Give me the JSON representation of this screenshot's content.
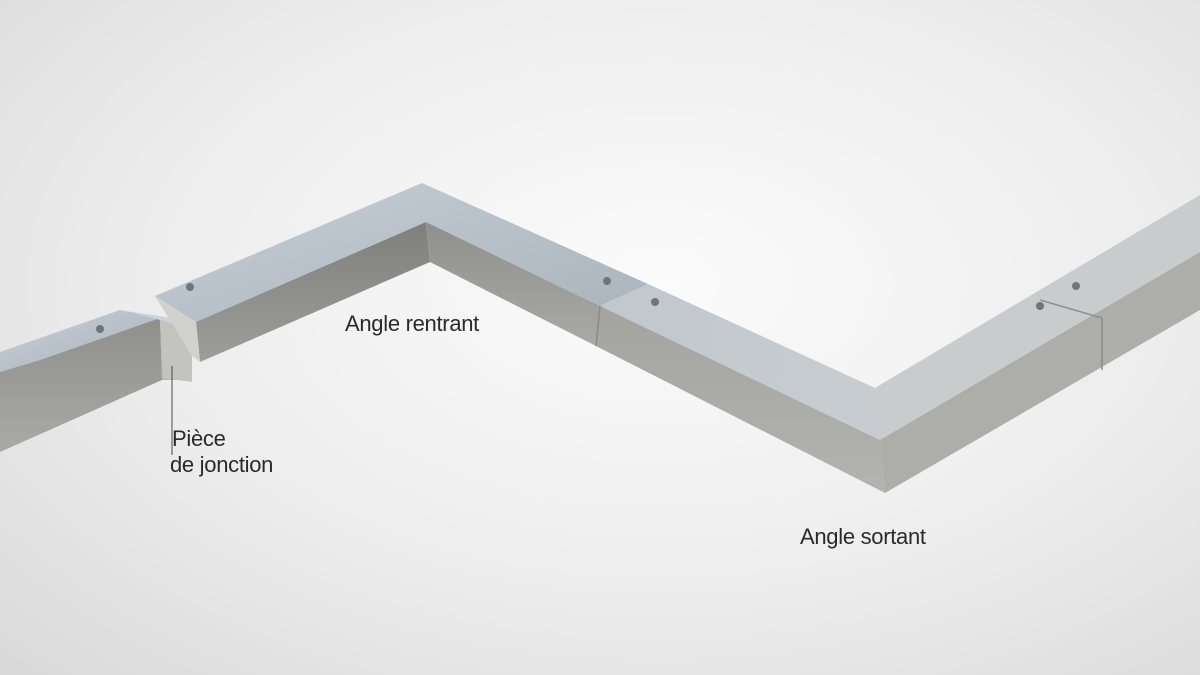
{
  "labels": {
    "piece_de_jonction": [
      "Pièce",
      "de jonction"
    ],
    "angle_rentrant": "Angle rentrant",
    "angle_sortant": "Angle sortant"
  },
  "colors": {
    "background": "#ededed",
    "profile_top": "#b9c2ca",
    "profile_front": "#9c9c98",
    "text": "#2a2a2a"
  }
}
